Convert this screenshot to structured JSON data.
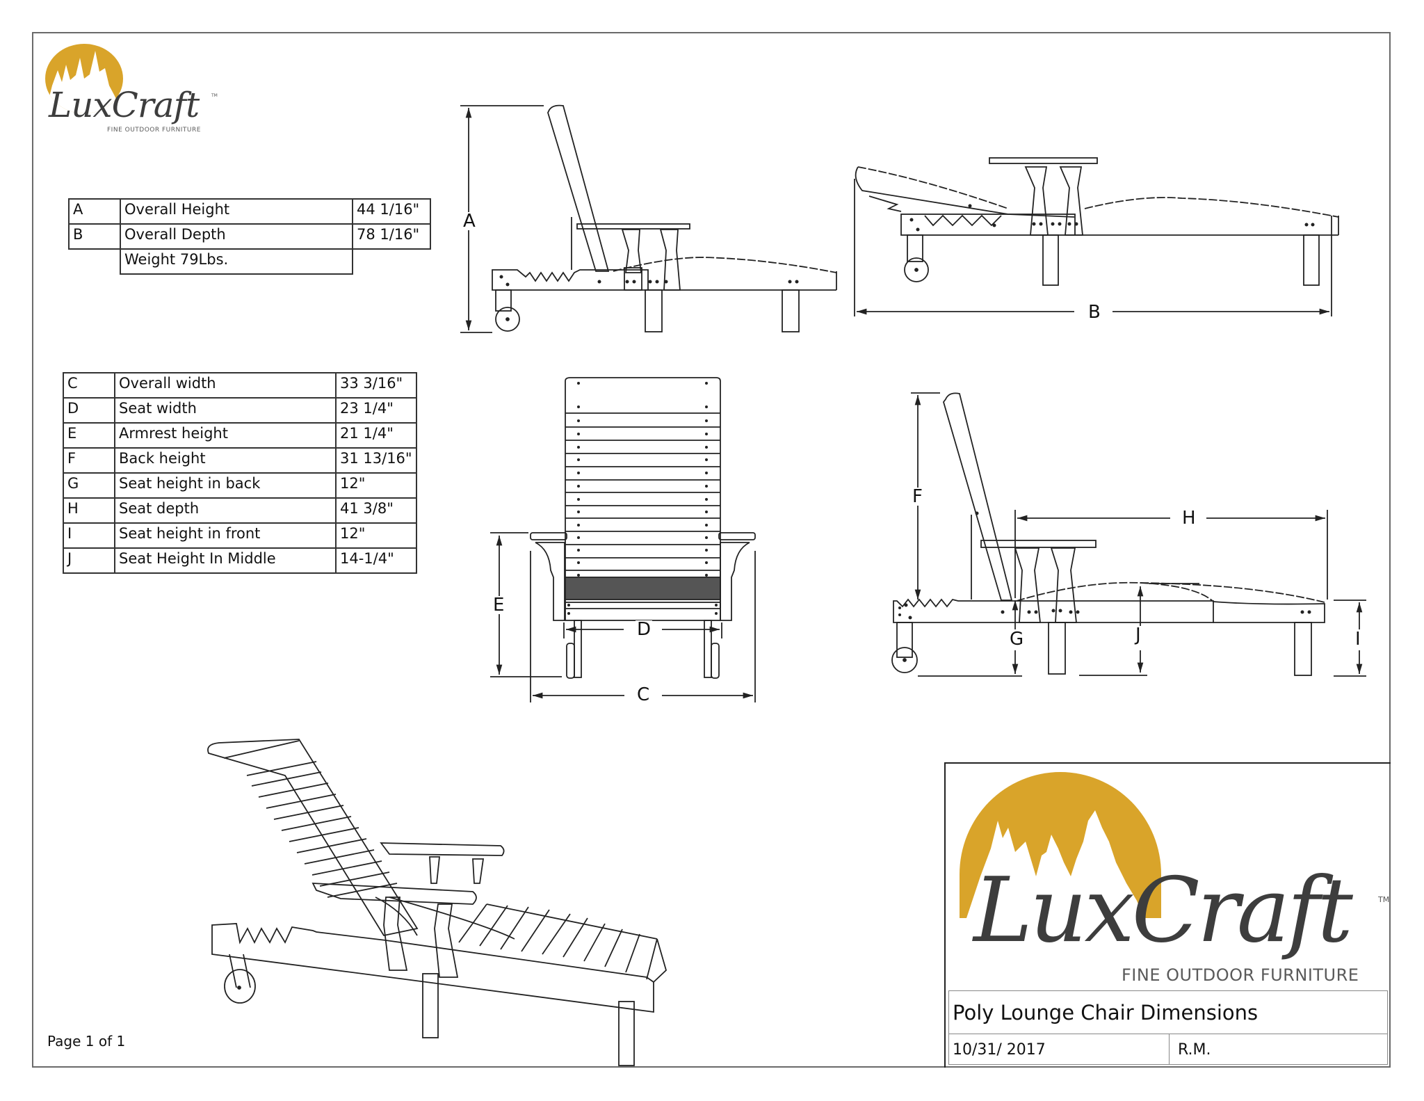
{
  "brand": {
    "name_part1": "Lux",
    "name_part2": "Craft",
    "trademark": "TM",
    "tagline": "FINE OUTDOOR FURNITURE",
    "sun_color": "#d9a42a",
    "text_color": "#3d3d3d"
  },
  "overall_table": {
    "rows": [
      {
        "key": "A",
        "label": "Overall Height",
        "value": "44 1/16\""
      },
      {
        "key": "B",
        "label": "Overall Depth",
        "value": "78 1/16\""
      }
    ],
    "note": "Weight 79Lbs."
  },
  "detail_table": {
    "rows": [
      {
        "key": "C",
        "label": "Overall width",
        "value": "33 3/16\""
      },
      {
        "key": "D",
        "label": "Seat width",
        "value": "23 1/4\""
      },
      {
        "key": "E",
        "label": "Armrest height",
        "value": "21 1/4\""
      },
      {
        "key": "F",
        "label": "Back height",
        "value": "31 13/16\""
      },
      {
        "key": "G",
        "label": "Seat height in back",
        "value": "12\""
      },
      {
        "key": "H",
        "label": "Seat depth",
        "value": "41 3/8\""
      },
      {
        "key": "I",
        "label": "Seat height in front",
        "value": "12\""
      },
      {
        "key": "J",
        "label": "Seat Height In Middle",
        "value": "14-1/4\""
      }
    ]
  },
  "drawings": {
    "side_view_upright": {
      "dimension_labels": [
        "A"
      ]
    },
    "side_view_reclined": {
      "dimension_labels": [
        "B"
      ]
    },
    "front_view": {
      "dimension_labels": [
        "C",
        "D",
        "E"
      ]
    },
    "side_view_detail": {
      "dimension_labels": [
        "F",
        "G",
        "H",
        "I",
        "J"
      ]
    },
    "isometric_view": {}
  },
  "title_block": {
    "title": "Poly Lounge Chair Dimensions",
    "date": "10/31/ 2017",
    "author": "R.M."
  },
  "footer": {
    "page": "Page 1 of 1"
  }
}
